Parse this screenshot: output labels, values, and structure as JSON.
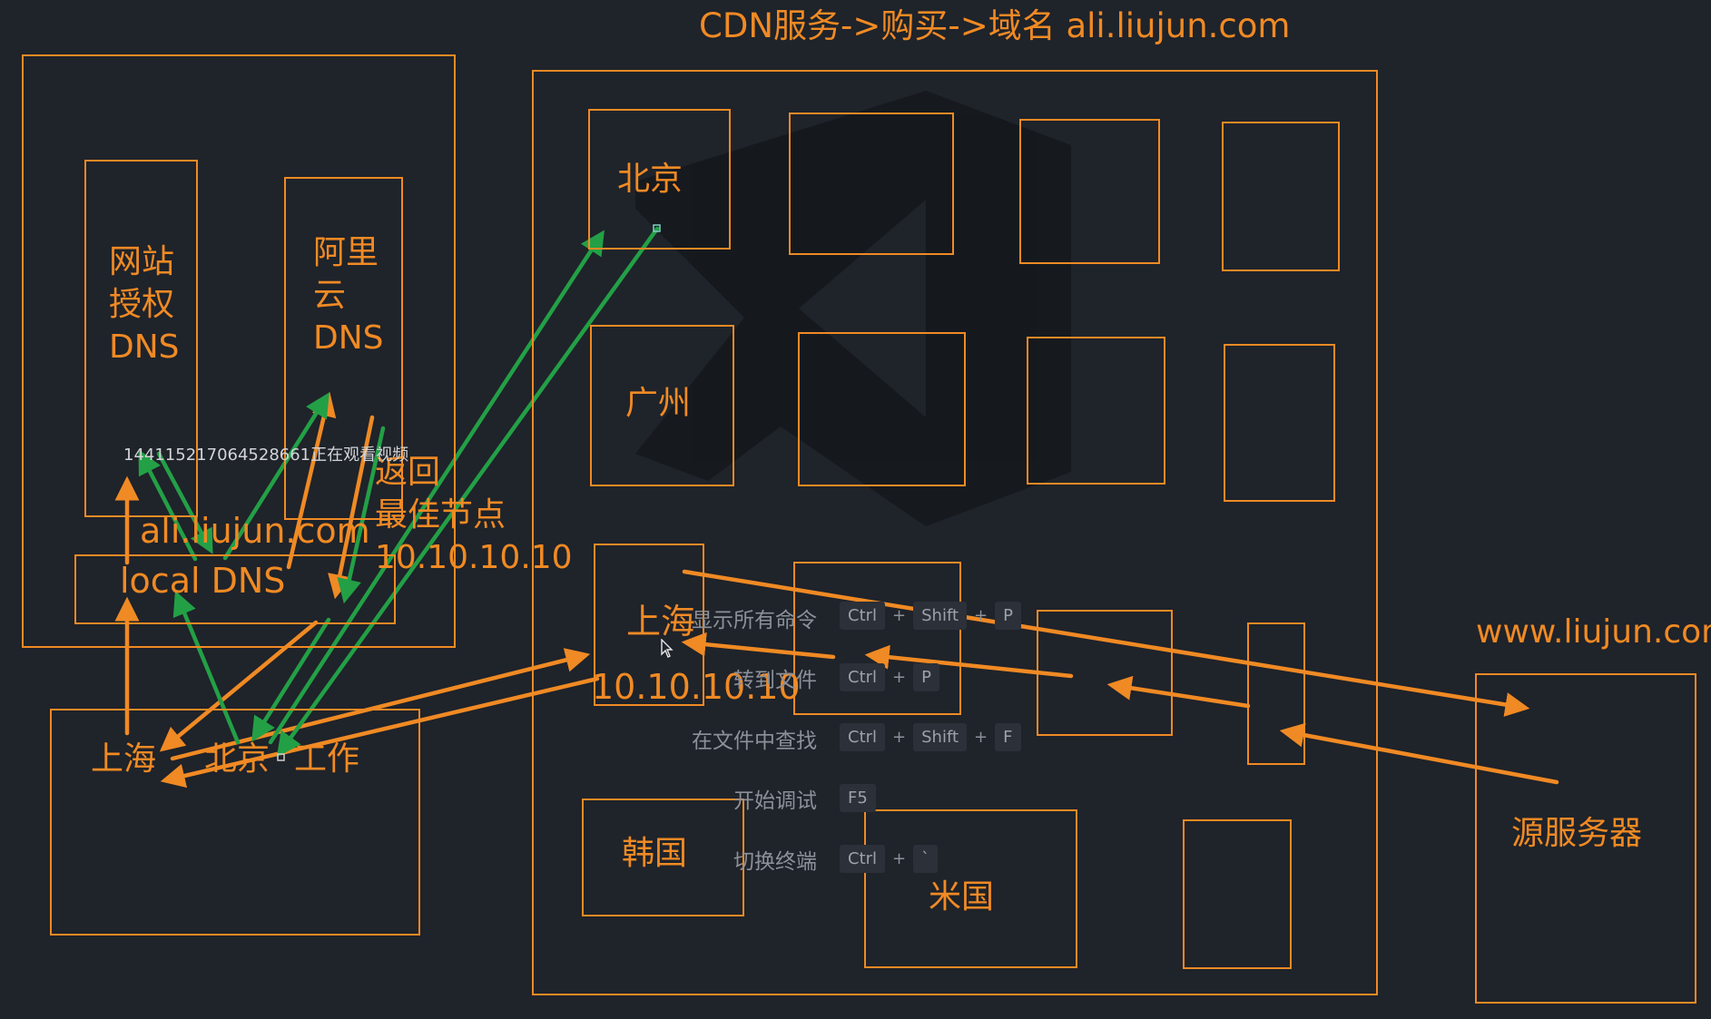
{
  "title": "CDN服务->购买->域名 ali.liujun.com",
  "colors": {
    "background": "#1f232a",
    "orange": "#f08a24",
    "green": "#23a046",
    "watermark": "#d2d4d8",
    "palette_text": "#8c9099"
  },
  "left_panel": {
    "auth_dns": [
      "网站",
      "授权",
      "DNS"
    ],
    "aliyun_dns": [
      "阿里",
      "云",
      "DNS"
    ],
    "domain": "ali.liujun.com",
    "local_dns": "local DNS",
    "return_note": [
      "返回",
      "最佳节点",
      "10.10.10.10"
    ],
    "clients": [
      "上海",
      "北京",
      "工作"
    ]
  },
  "watermark": "1441152170645286​61正在观看视频",
  "cdn_nodes": {
    "beijing": "北京",
    "guangzhou": "广州",
    "shanghai": "上海",
    "shanghai_ip": "10.10.10.10",
    "korea": "韩国",
    "usa": "米国"
  },
  "origin": {
    "domain": "www.liujun.com",
    "label": "源服务器"
  },
  "command_palette": [
    {
      "label": "显示所有命令",
      "keys": [
        "Ctrl",
        "Shift",
        "P"
      ]
    },
    {
      "label": "转到文件",
      "keys": [
        "Ctrl",
        "P"
      ]
    },
    {
      "label": "在文件中查找",
      "keys": [
        "Ctrl",
        "Shift",
        "F"
      ]
    },
    {
      "label": "开始调试",
      "keys": [
        "F5"
      ]
    },
    {
      "label": "切换终端",
      "keys": [
        "Ctrl",
        "`"
      ]
    }
  ],
  "icons": {
    "logo": "vscode-logo-icon",
    "cursor": "mouse-cursor-icon"
  }
}
